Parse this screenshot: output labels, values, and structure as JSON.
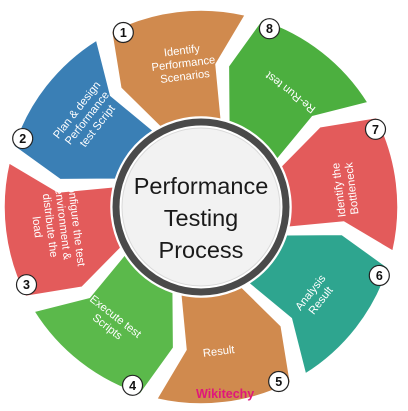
{
  "center": {
    "title_lines": [
      "Performance",
      "Testing",
      "Process"
    ]
  },
  "steps": [
    {
      "number": "1",
      "lines": [
        "Identify",
        "Performance",
        "Scenarios"
      ],
      "color": "#D08A4E"
    },
    {
      "number": "2",
      "lines": [
        "Plan & design",
        "Performance",
        "test Script"
      ],
      "color": "#3A7FB5"
    },
    {
      "number": "3",
      "lines": [
        "Configure the test",
        "environment &",
        "distribute the",
        "load"
      ],
      "color": "#E35B5B"
    },
    {
      "number": "4",
      "lines": [
        "Execute test",
        "Scripts"
      ],
      "color": "#5BB94B"
    },
    {
      "number": "5",
      "lines": [
        "Result"
      ],
      "color": "#D08A4E"
    },
    {
      "number": "6",
      "lines": [
        "Analysis",
        "Result"
      ],
      "color": "#2EA58F"
    },
    {
      "number": "7",
      "lines": [
        "Identify the",
        "Bottleneck"
      ],
      "color": "#E35B5B"
    },
    {
      "number": "8",
      "lines": [
        "Re-Run test"
      ],
      "color": "#4CAF3F"
    }
  ],
  "brand": {
    "text": "Wikitechy",
    "color": "#E0177B"
  },
  "colors": {
    "ring_outline": "#4A4A4A",
    "hub_fill": "#F2F2F2"
  }
}
